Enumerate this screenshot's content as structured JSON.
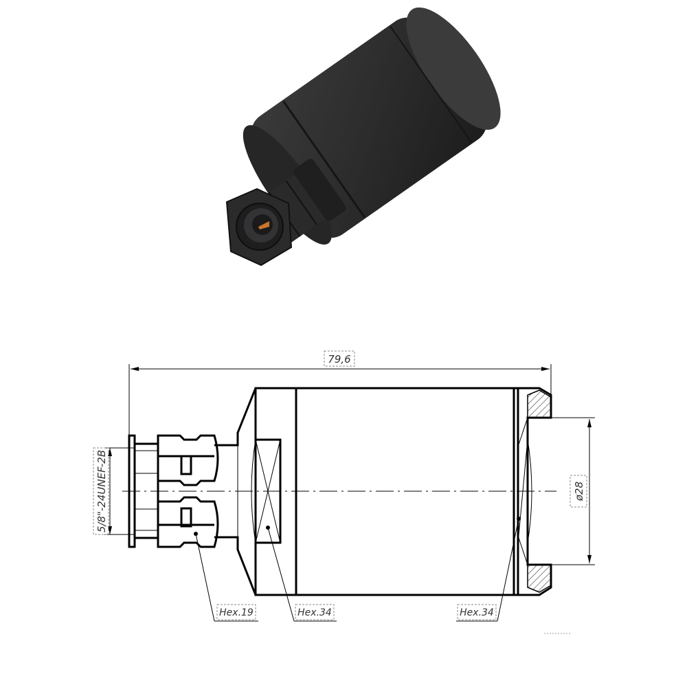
{
  "dimensions": {
    "overall_length": "79,6",
    "thread": "5/8\"-24UNEF-2B",
    "diameter": "ø28"
  },
  "callouts": {
    "hex_small": "Hex.19",
    "hex_body": "Hex.34",
    "hex_nut": "Hex.34"
  },
  "colors": {
    "connector_body": "#2a2a2b",
    "pin": "#c7772a",
    "line": "#000000",
    "hatch": "#555555"
  }
}
